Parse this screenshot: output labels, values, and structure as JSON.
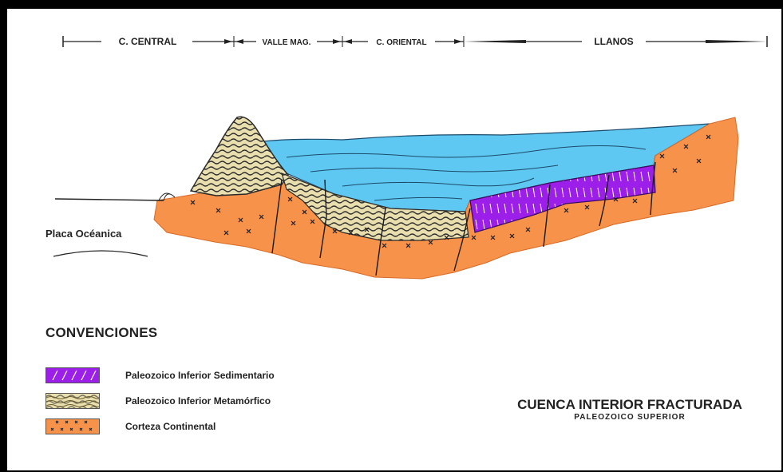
{
  "regions": [
    {
      "label": "C. CENTRAL"
    },
    {
      "label": "VALLE MAG."
    },
    {
      "label": "C. ORIENTAL"
    },
    {
      "label": "LLANOS"
    }
  ],
  "plate_label": "Placa Océanica",
  "legend": {
    "title": "CONVENCIONES",
    "items": [
      {
        "label": "Paleozoico Inferior Sedimentario",
        "color": "#9b1fe8"
      },
      {
        "label": "Paleozoico Inferior Metamórfico",
        "color": "#e9dfae"
      },
      {
        "label": "Corteza Continental",
        "color": "#f7924a"
      }
    ]
  },
  "caption": {
    "title": "CUENCA INTERIOR FRACTURADA",
    "subtitle": "PALEOZOICO   SUPERIOR"
  },
  "colors": {
    "water": "#5ec8f2",
    "crust": "#f7924a",
    "metamorphic": "#e9dfae",
    "sedimentary": "#9b1fe8"
  }
}
